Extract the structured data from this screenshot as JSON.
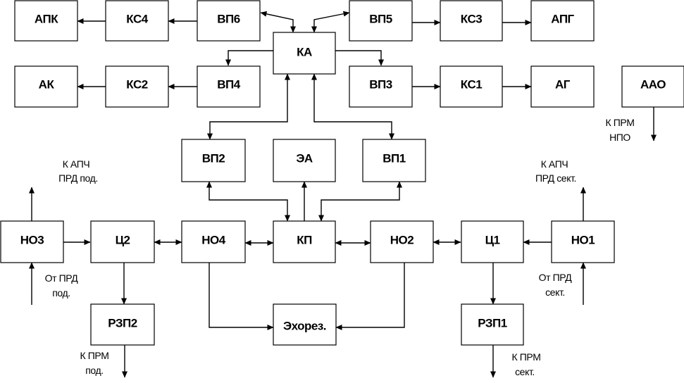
{
  "blocks": {
    "apk": "АПК",
    "ks4": "КС4",
    "vp6": "ВП6",
    "vp5": "ВП5",
    "ks3": "КС3",
    "apg": "АПГ",
    "ka": "КА",
    "ak": "АК",
    "ks2": "КС2",
    "vp4": "ВП4",
    "vp3": "ВП3",
    "ks1": "КС1",
    "ag": "АГ",
    "aao": "ААО",
    "vp2": "ВП2",
    "ea": "ЭА",
    "vp1": "ВП1",
    "no3": "НО3",
    "c2": "Ц2",
    "no4": "НО4",
    "kp": "КП",
    "no2": "НО2",
    "c1": "Ц1",
    "no1": "НО1",
    "rzp2": "РЗП2",
    "echo": "Эхорез.",
    "rzp1": "РЗП1"
  },
  "notes": {
    "to_prm_npo": [
      "К ПРМ",
      "НПО"
    ],
    "to_apch_prd_pod": [
      "К АПЧ",
      "ПРД под."
    ],
    "to_apch_prd_sekt": [
      "К АПЧ",
      "ПРД сект."
    ],
    "from_prd_pod": [
      "От ПРД",
      "под."
    ],
    "from_prd_sekt": [
      "От ПРД",
      "сект."
    ],
    "to_prm_pod": [
      "К ПРМ",
      "под."
    ],
    "to_prm_sekt": [
      "К ПРМ",
      "сект."
    ]
  }
}
